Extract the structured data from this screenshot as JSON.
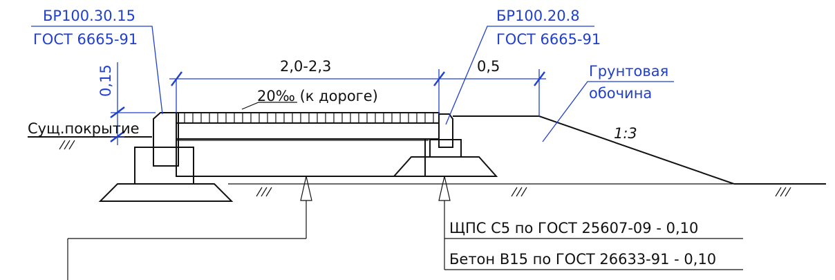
{
  "callouts": {
    "big_curb": {
      "code": "БР100.30.15",
      "standard": "ГОСТ 6665-91"
    },
    "small_curb": {
      "code": "БР100.20.8",
      "standard": "ГОСТ 6665-91"
    },
    "shoulder": {
      "line1": "Грунтовая",
      "line2": "обочина"
    }
  },
  "dimensions": {
    "sidewalk_width": "2,0-2,3",
    "offset": "0,5",
    "curb_height": "0,15"
  },
  "slope_note": "20‰ (к дороге)",
  "existing_surface": "Сущ.покрытие",
  "embankment_slope": "1:3",
  "layers": [
    "ЩПС С5 по ГОСТ 25607-09 - 0,10",
    "Бетон В15 по ГОСТ 26633-91 - 0,10"
  ],
  "colors": {
    "annotation": "#1f3fd0",
    "linework": "#111111"
  }
}
